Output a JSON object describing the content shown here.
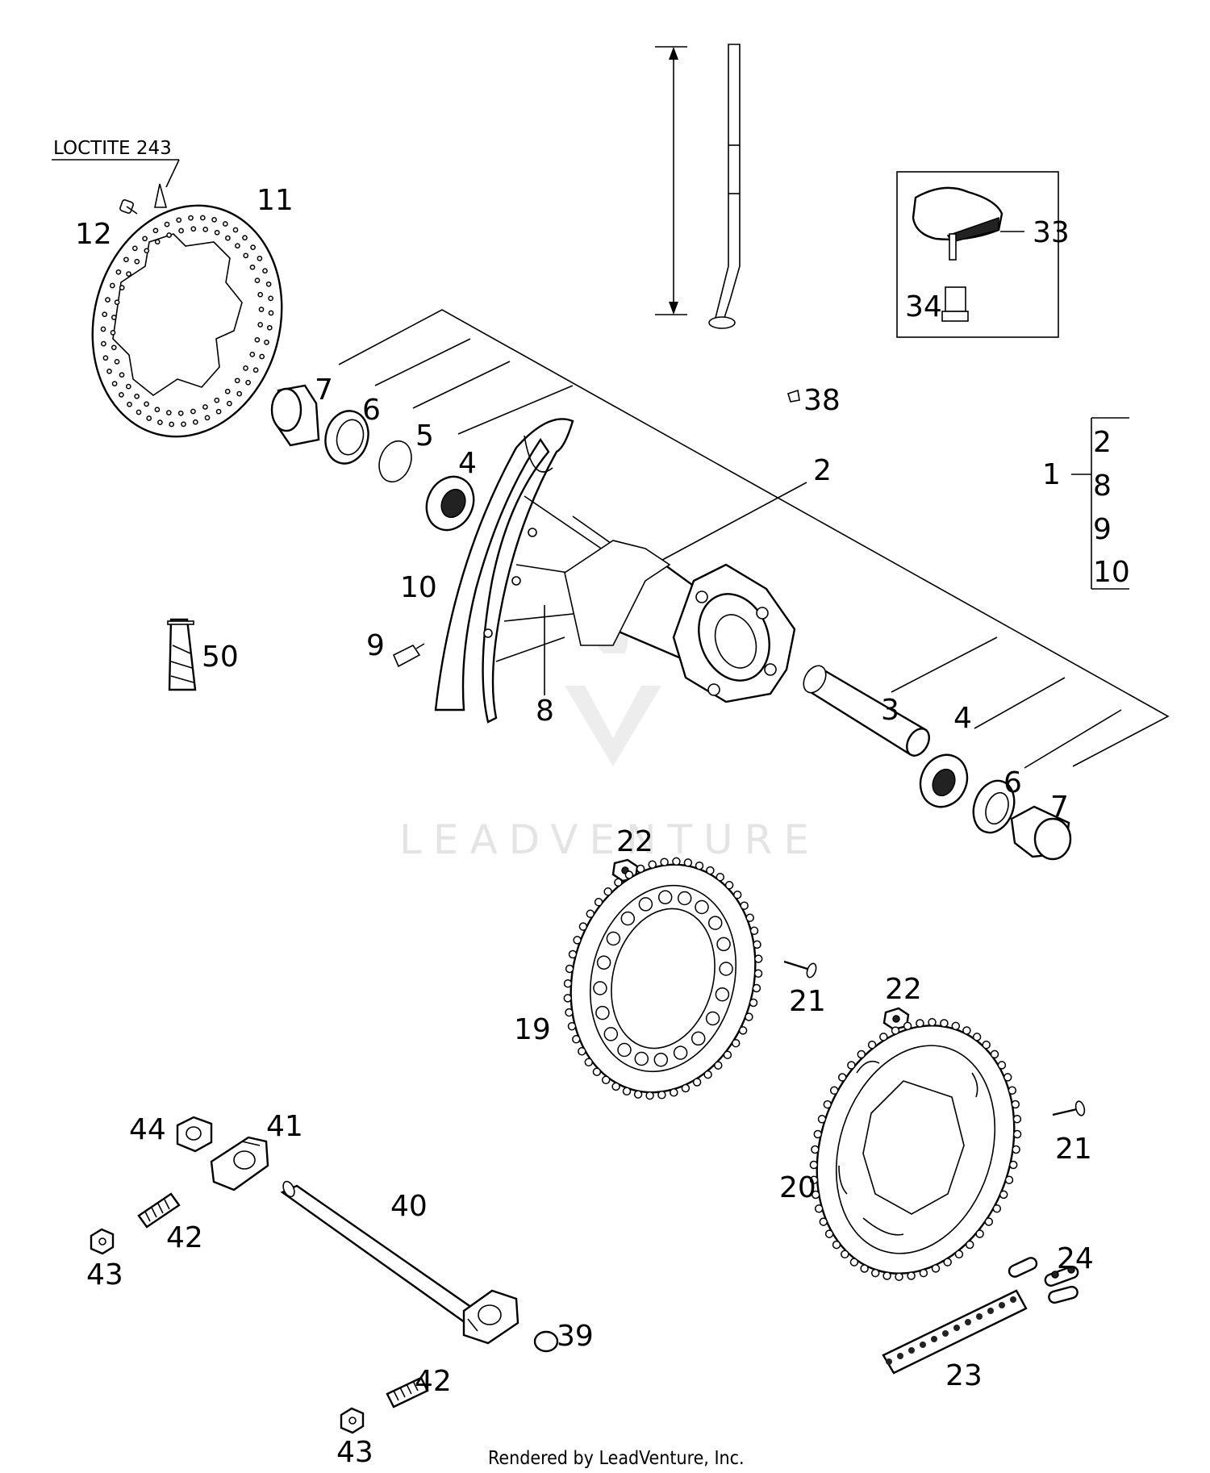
{
  "note": {
    "loctite": "LOCTITE 243"
  },
  "watermark": "LEADVENTURE",
  "credit": "Rendered by LeadVenture, Inc.",
  "callouts": {
    "c1": "1",
    "c2": "2",
    "c3": "3",
    "c4a": "4",
    "c4b": "4",
    "c5": "5",
    "c6a": "6",
    "c6b": "6",
    "c7a": "7",
    "c7b": "7",
    "c8": "8",
    "c9": "9",
    "c10": "10",
    "c11": "11",
    "c12": "12",
    "c19": "19",
    "c20": "20",
    "c21a": "21",
    "c21b": "21",
    "c22a": "22",
    "c22b": "22",
    "c23": "23",
    "c24": "24",
    "c33": "33",
    "c34": "34",
    "c38": "38",
    "c39": "39",
    "c40": "40",
    "c41": "41",
    "c42a": "42",
    "c42b": "42",
    "c43a": "43",
    "c43b": "43",
    "c44": "44",
    "c50": "50"
  },
  "kit_bracket": {
    "items": [
      "2",
      "8",
      "9",
      "10"
    ]
  }
}
